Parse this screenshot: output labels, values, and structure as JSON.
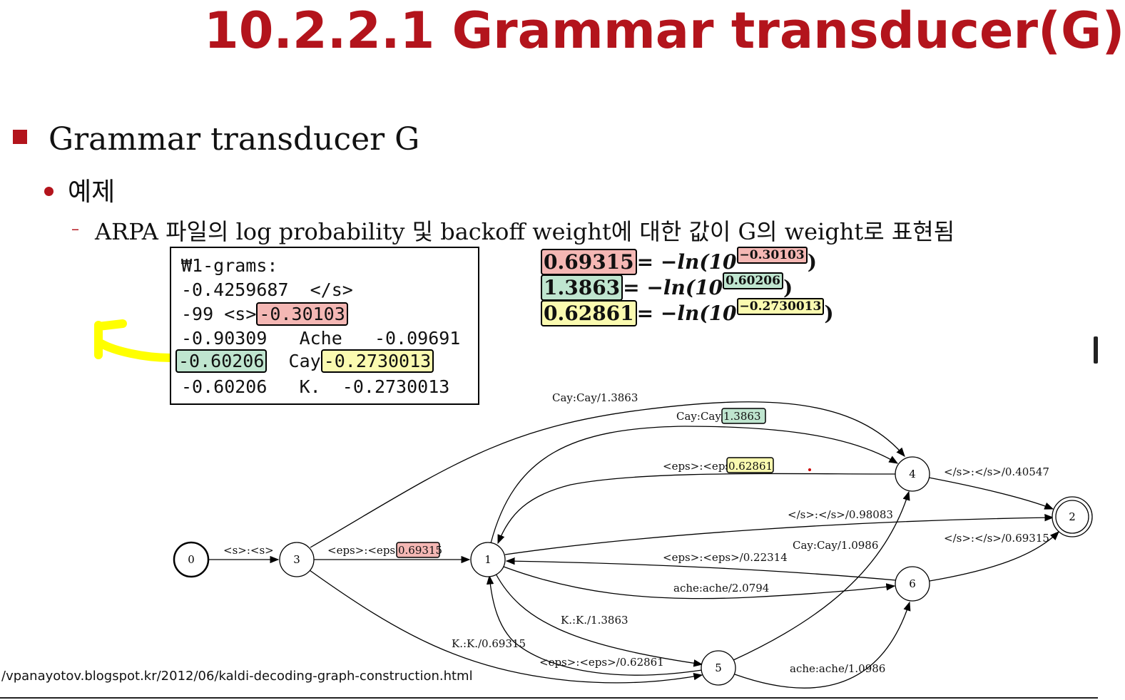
{
  "title": "10.2.2.1 Grammar transducer(G)",
  "bullet1": "Grammar transducer G",
  "bullet2": "예제",
  "bullet3": "ARPA 파일의 log probability 및 backoff weight에 대한 값이 G의 weight로 표현됨",
  "arpa": {
    "header": "₩1-grams:",
    "rows": [
      {
        "logprob": "-0.4259687",
        "word": "</s>",
        "backoff": ""
      },
      {
        "logprob": "-99",
        "word": "<s>",
        "backoff": "-0.30103"
      },
      {
        "logprob": "-0.90309",
        "word": "Ache",
        "backoff": "-0.09691"
      },
      {
        "logprob": "-0.60206",
        "word": "Cay",
        "backoff": "-0.2730013"
      },
      {
        "logprob": "-0.60206",
        "word": "K.",
        "backoff": "-0.2730013"
      }
    ]
  },
  "equations": [
    {
      "lhs": "0.69315",
      "mid": "= −ln(10",
      "exp": "−0.30103",
      "close": ")",
      "color": "#f4b7b4"
    },
    {
      "lhs": "1.3863",
      "mid": "= −ln(10",
      "exp": "0.60206",
      "close": ")",
      "color": "#bfe5cf"
    },
    {
      "lhs": "0.62861",
      "mid": "= −ln(10",
      "exp": "−0.2730013",
      "close": ")",
      "color": "#fafab0"
    }
  ],
  "graph": {
    "states": [
      "0",
      "1",
      "2",
      "3",
      "4",
      "5",
      "6"
    ],
    "edges": {
      "e03": "<s>:<s>",
      "e31_a": "<eps>:<eps>/",
      "e31_w": "0.69315",
      "e34": "Cay:Cay/1.3863",
      "e14_a": "Cay:Cay/",
      "e14_w": "1.3863",
      "e41_a": "<eps>:<eps>/",
      "e41_w": "0.62861",
      "e42": "</s>:</s>/0.40547",
      "e12": "</s>:</s>/0.98083",
      "e62": "</s>:</s>/0.69315",
      "e54": "Cay:Cay/1.0986",
      "e61": "<eps>:<eps>/0.22314",
      "e16": "ache:ache/2.0794",
      "e15": "K.:K./1.3863",
      "e35": "K.:K./0.69315",
      "e51": "<eps>:<eps>/0.62861",
      "e56": "ache:ache/1.0986"
    }
  },
  "footer": "/vpanayotov.blogspot.kr/2012/06/kaldi-decoding-graph-construction.html",
  "colors": {
    "accent": "#b3141c",
    "red_hl": "#f4b7b4",
    "green_hl": "#bfe5cf",
    "yellow_hl": "#fafab0",
    "arrow": "#ffff00"
  }
}
